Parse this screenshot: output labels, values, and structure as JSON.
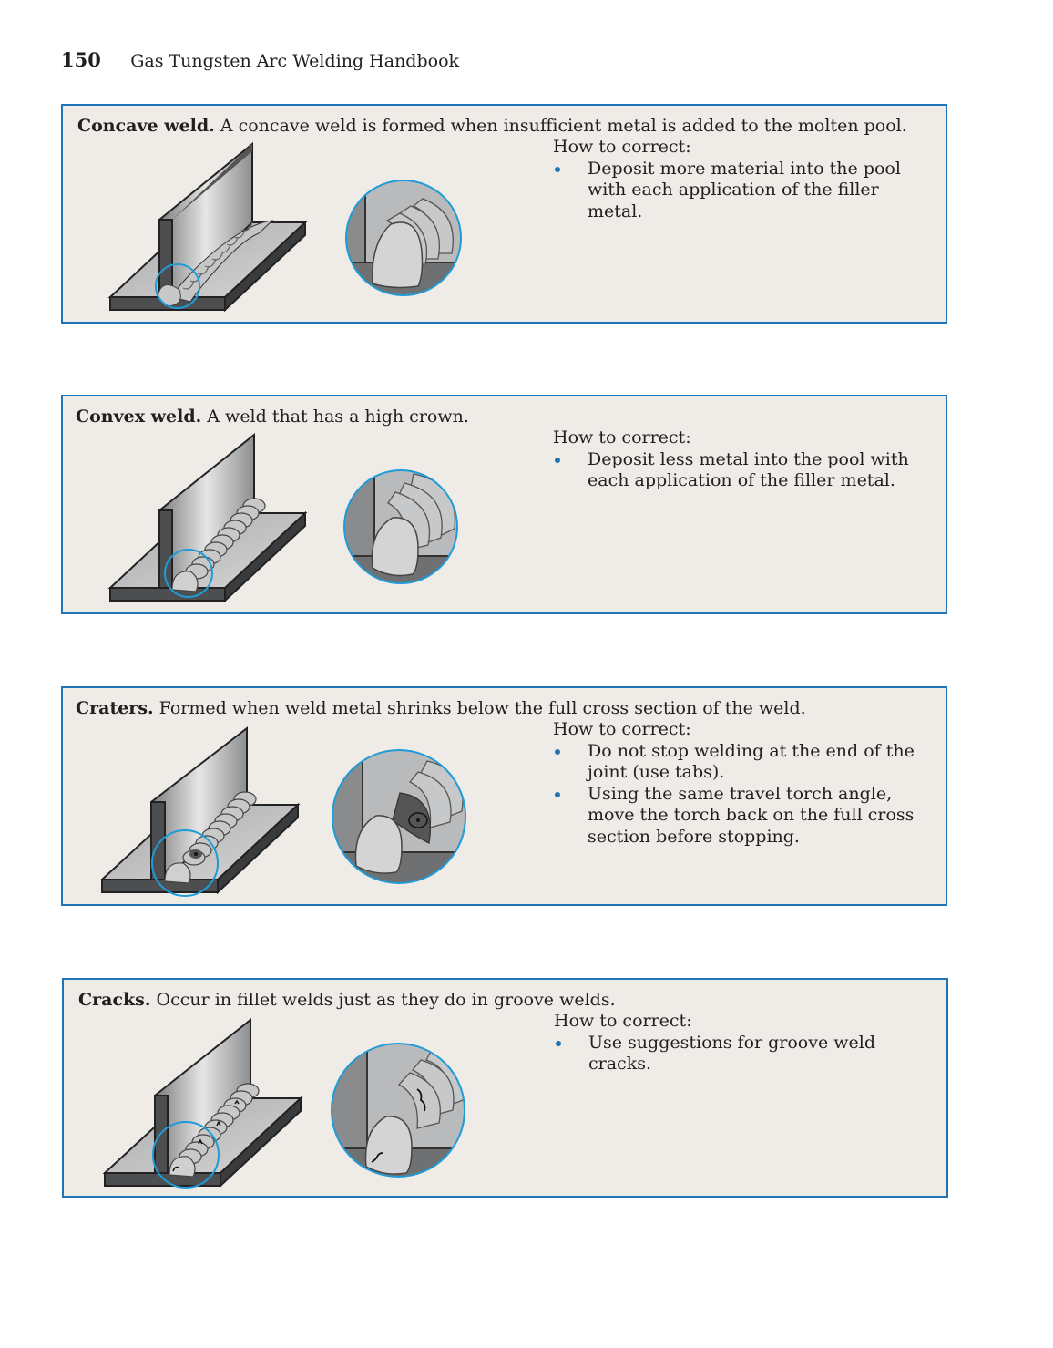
{
  "page_header": {
    "page_number": "150",
    "book_title": "Gas Tungsten Arc Welding Handbook"
  },
  "panels": [
    {
      "term": "Concave weld.",
      "description": " A concave weld is formed when insufficient metal is added to the molten pool.",
      "correction_heading": "How to correct:",
      "bullets": [
        "Deposit more material into the pool with each application of the filler metal."
      ]
    },
    {
      "term": "Convex weld.",
      "description": " A weld that has a high crown.",
      "correction_heading": "How to correct:",
      "bullets": [
        "Deposit less metal into the pool with each application of the filler metal."
      ]
    },
    {
      "term": "Craters.",
      "description": " Formed when weld metal shrinks below the full cross section of the weld.",
      "correction_heading": "How to correct:",
      "bullets": [
        "Do not stop welding at the end of the joint (use tabs).",
        "Using the same travel torch angle, move the torch back on the full cross section before stopping."
      ]
    },
    {
      "term": "Cracks.",
      "description": " Occur in fillet welds just as they do in groove welds.",
      "correction_heading": "How to correct:",
      "bullets": [
        "Use suggestions for groove weld cracks."
      ]
    }
  ],
  "colors": {
    "panel_border": "#1f73b7",
    "panel_background": "#efebe7",
    "bullet": "#1f73b7"
  }
}
